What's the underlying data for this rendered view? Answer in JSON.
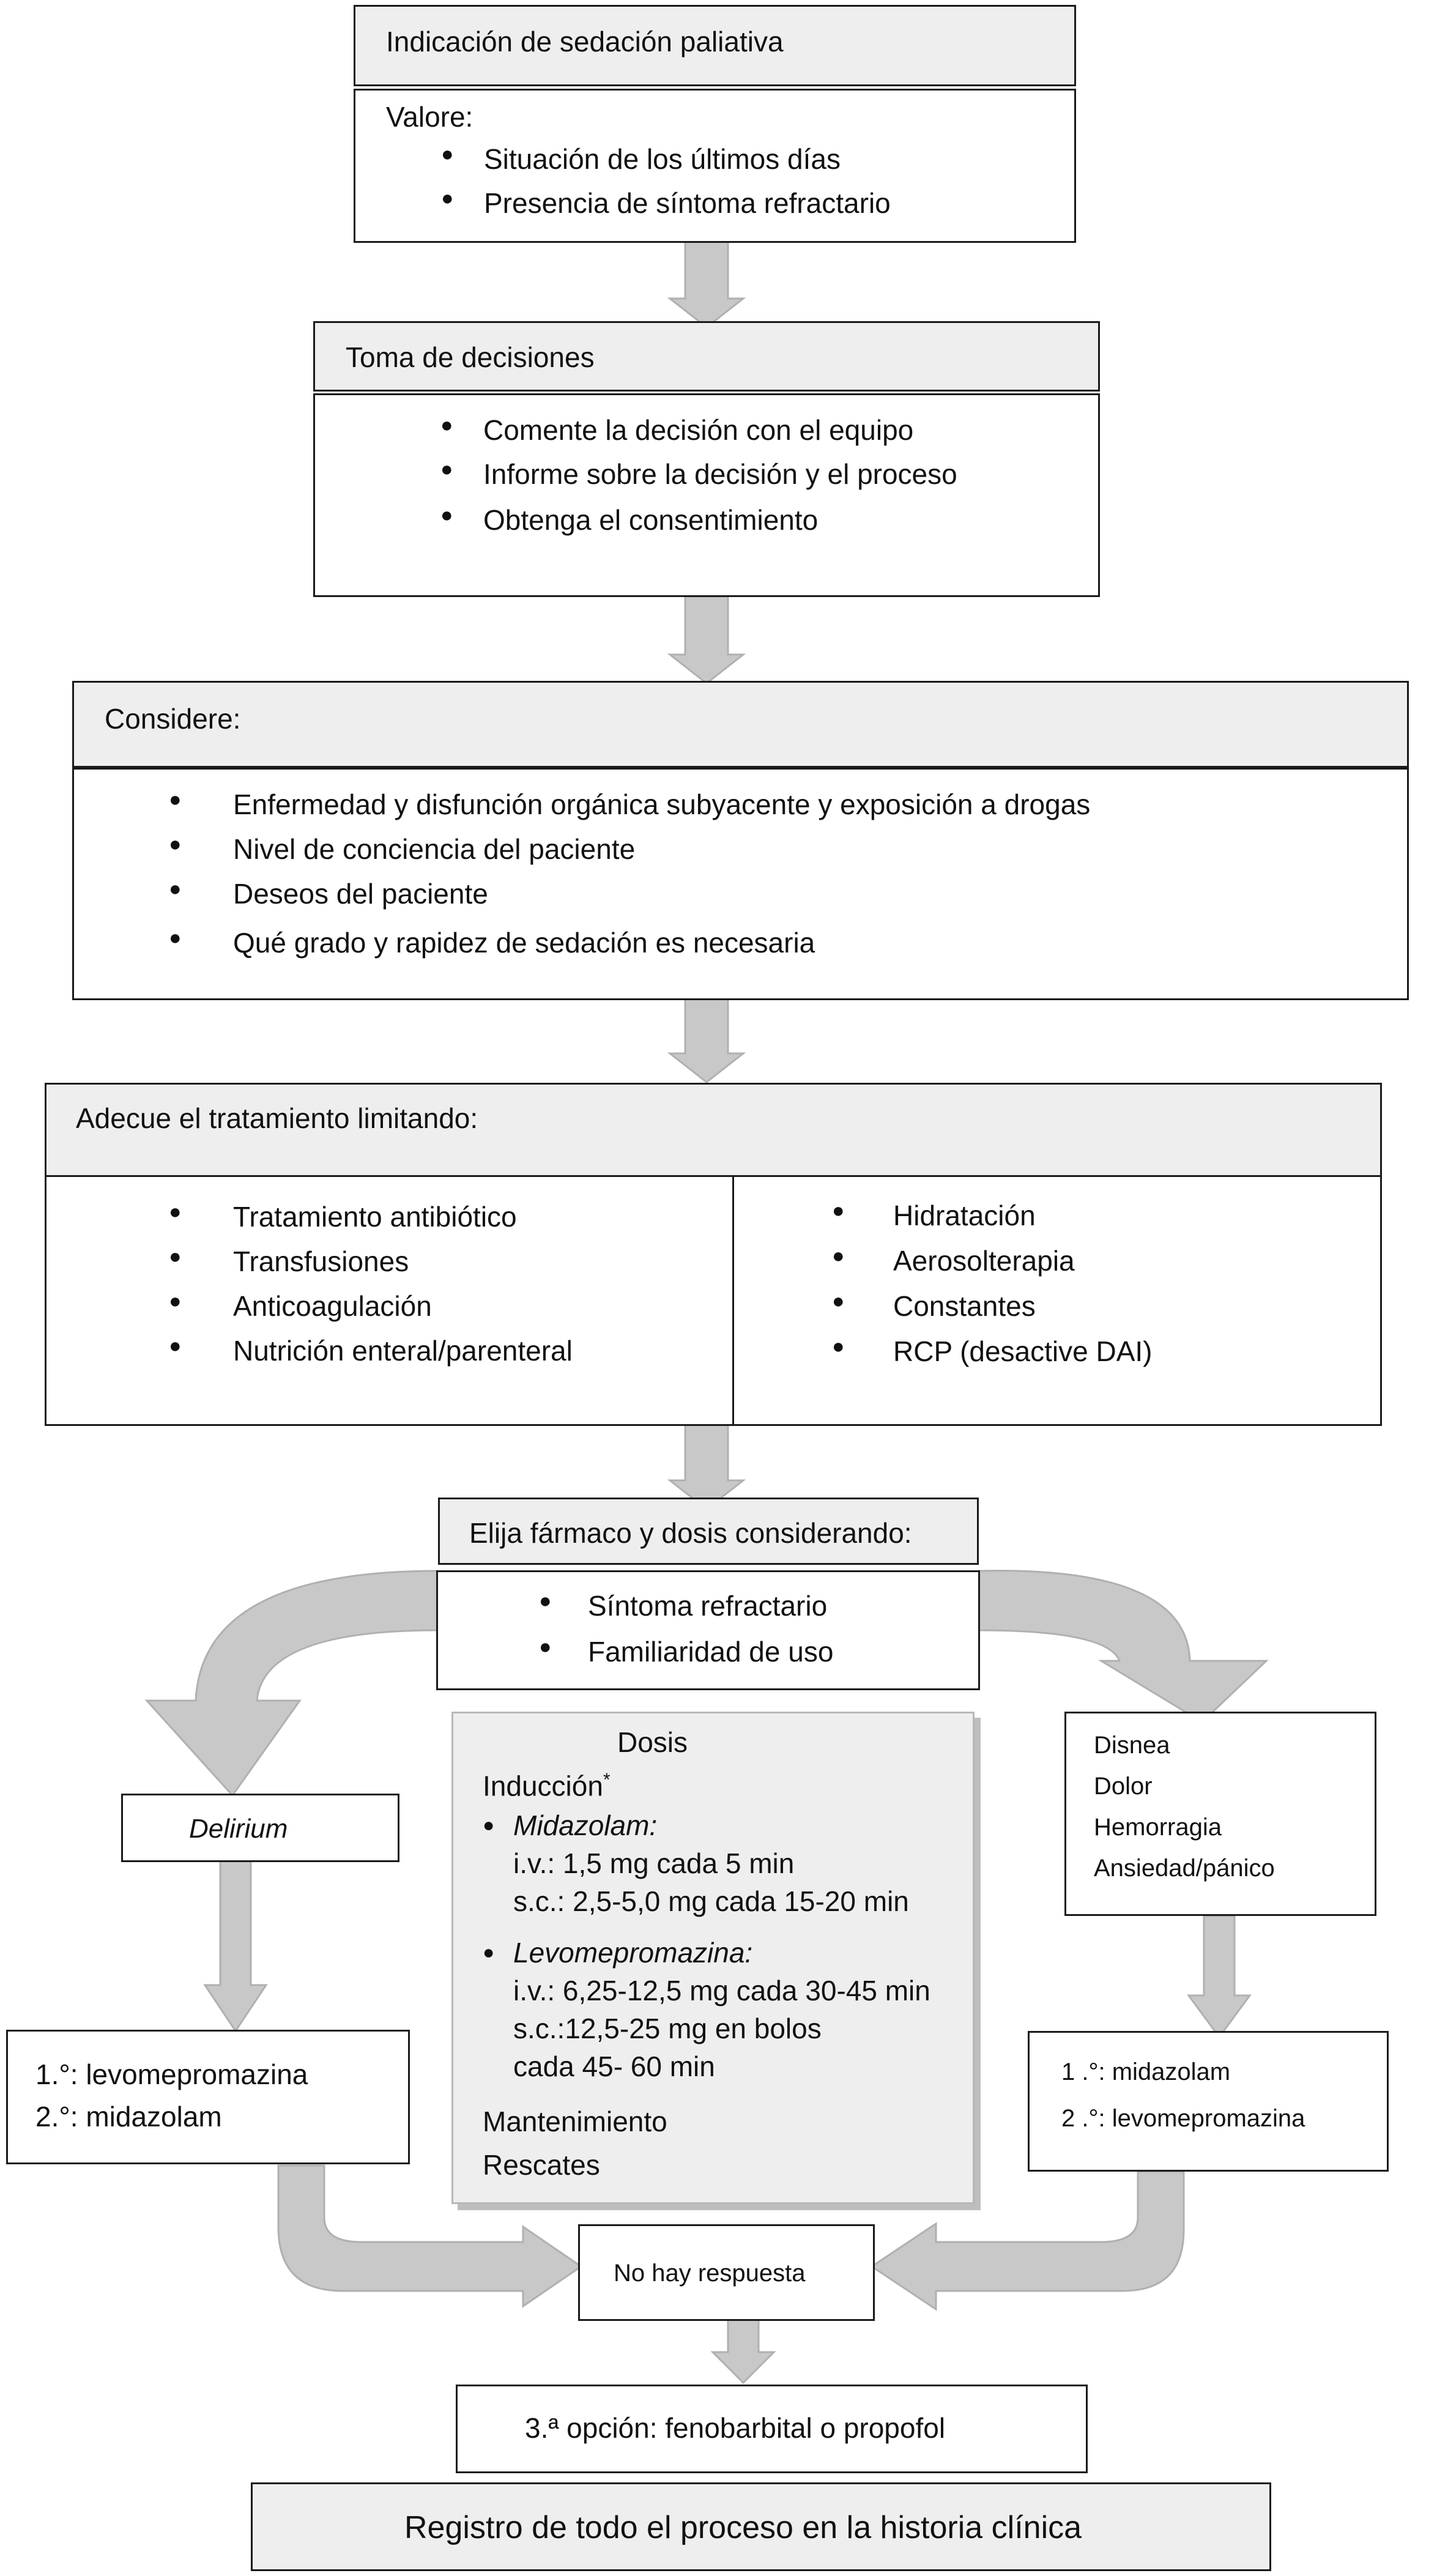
{
  "colors": {
    "arrow": "#c8c8c8",
    "arrow_edge": "#b0b0b0",
    "header_fill": "#eeeeee",
    "border": "#1a1a1a"
  },
  "step1": {
    "title": "Indicación de sedación paliativa",
    "lead": "Valore:",
    "items": [
      "Situación de los últimos días",
      "Presencia de síntoma refractario"
    ]
  },
  "step2": {
    "title": "Toma de decisiones",
    "items": [
      "Comente la decisión con el equipo",
      "Informe sobre la decisión y el proceso",
      "Obtenga el consentimiento"
    ]
  },
  "step3": {
    "title": "Considere:",
    "items": [
      "Enfermedad y disfunción orgánica subyacente y exposición a drogas",
      "Nivel de conciencia del paciente",
      "Deseos del paciente",
      "Qué grado y rapidez de sedación es necesaria"
    ]
  },
  "step4": {
    "title": "Adecue el tratamiento limitando:",
    "left_items": [
      "Tratamiento antibiótico",
      "Transfusiones",
      "Anticoagulación",
      "Nutrición enteral/parenteral"
    ],
    "right_items": [
      "Hidratación",
      "Aerosolterapia",
      "Constantes",
      "RCP (desactive DAI)"
    ]
  },
  "step5": {
    "title": "Elija fármaco y dosis considerando:",
    "items": [
      "Síntoma refractario",
      "Familiaridad de uso"
    ]
  },
  "left_branch": {
    "label": "Delirium",
    "options": [
      "1.°: levomepromazina",
      "2.°: midazolam"
    ]
  },
  "right_branch": {
    "symptoms": [
      "Disnea",
      "Dolor",
      "Hemorragia",
      "Ansiedad/pánico"
    ],
    "options": [
      "1 .°: midazolam",
      "2 .°: levomepromazina"
    ]
  },
  "dosis": {
    "title": "Dosis",
    "induction": "Inducción",
    "asterisk": "*",
    "drug1": "Midazolam:",
    "drug1_lines": [
      "i.v.: 1,5 mg cada 5 min",
      "s.c.: 2,5-5,0 mg cada 15-20 min"
    ],
    "drug2": "Levomepromazina:",
    "drug2_lines": [
      "i.v.: 6,25-12,5 mg cada 30-45 min",
      "s.c.:12,5-25 mg en bolos",
      "cada 45- 60 min"
    ],
    "maintenance": "Mantenimiento",
    "rescue": "Rescates"
  },
  "no_response": "No hay respuesta",
  "third_option": "3.ª opción: fenobarbital o propofol",
  "record": "Registro de todo el proceso en la historia clínica"
}
